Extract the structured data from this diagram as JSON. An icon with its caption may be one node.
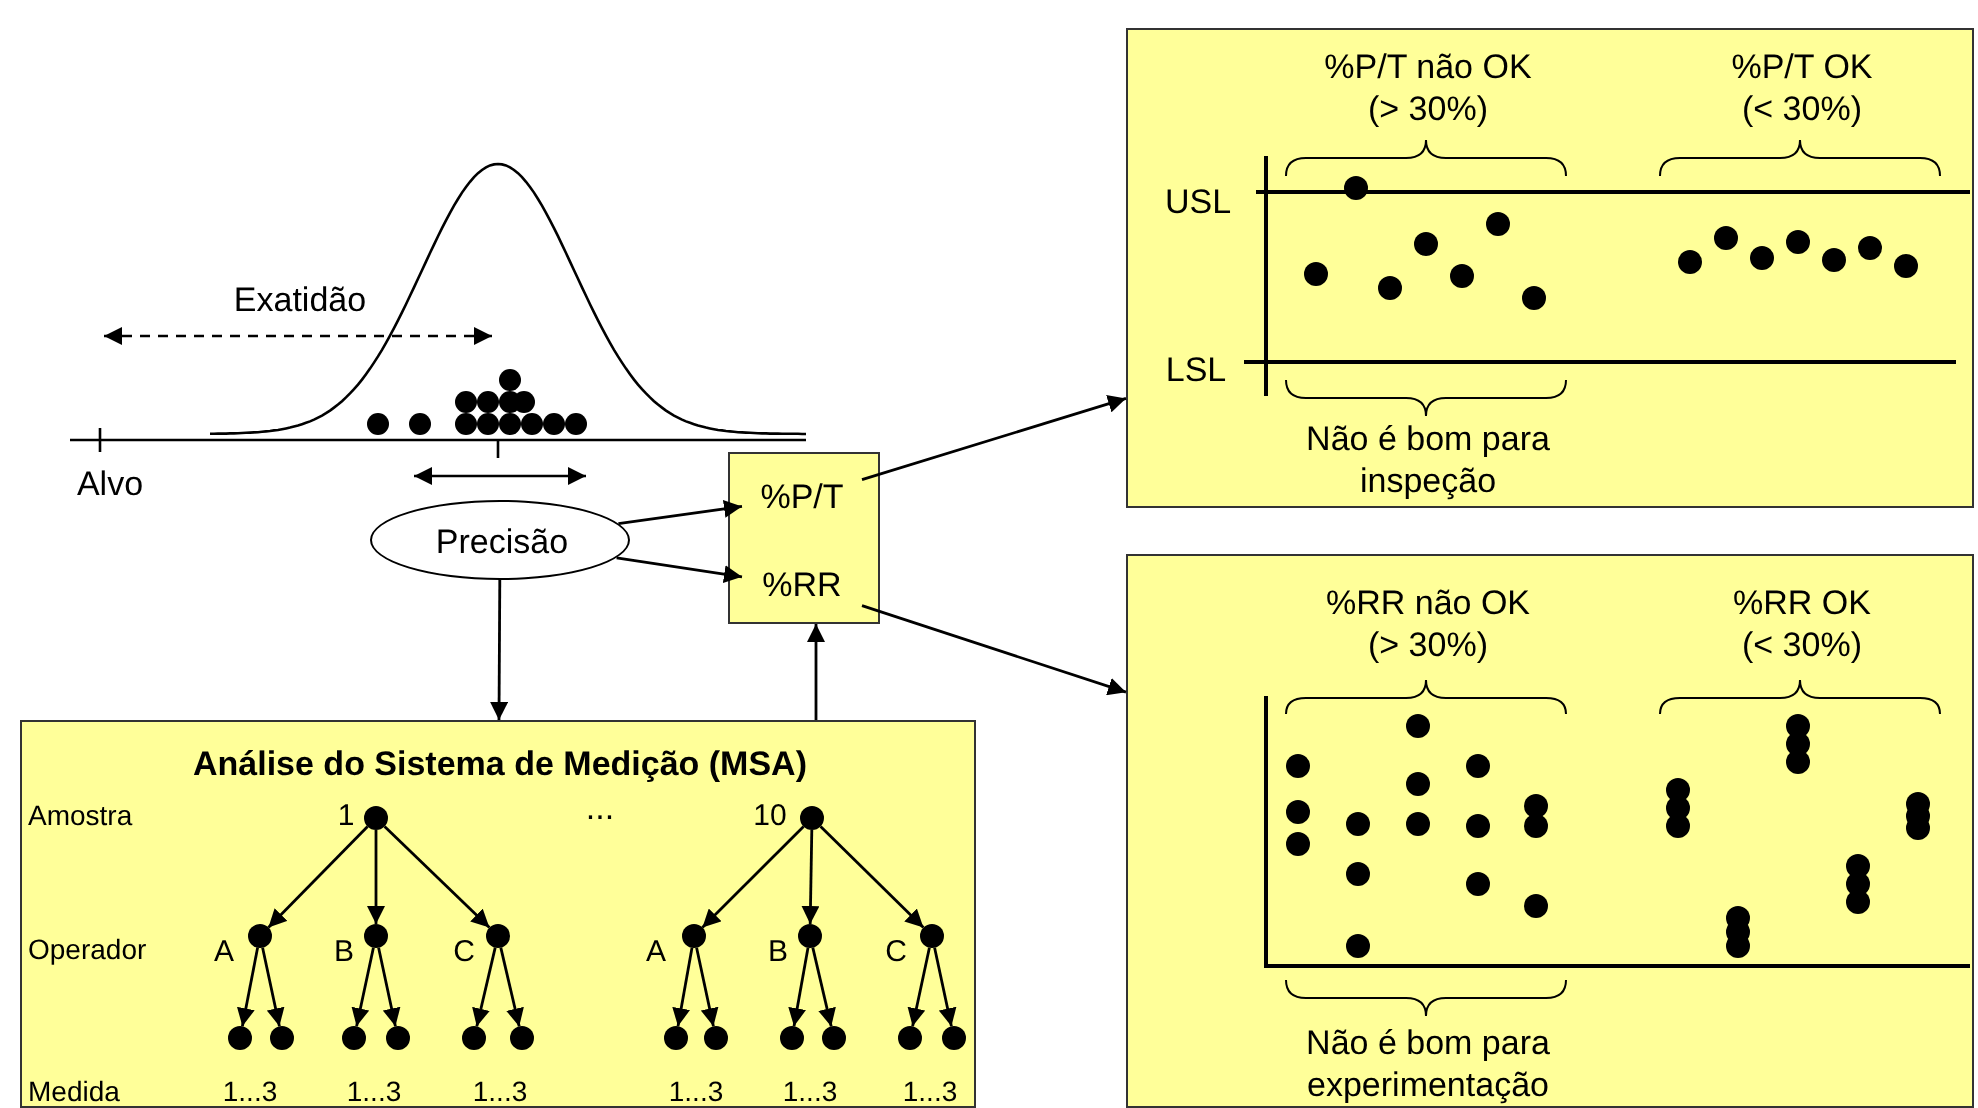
{
  "diagram": {
    "nodes": [
      {
        "text": [
          "Precisão"
        ]
      },
      {
        "text": [],
        "shape": "box"
      },
      {
        "text": [
          "%P/T"
        ],
        "in": 1
      },
      {
        "text": [
          "%RR"
        ],
        "in": 1
      },
      {
        "text": [
          "Análise do Sistema de Medição (MSA)"
        ]
      },
      {
        "text": [],
        "shape": "circle",
        "in": 4,
        "beside": [
          "1"
        ]
      },
      {
        "text": [],
        "shape": "circle",
        "in": 4,
        "beside": [
          "A"
        ]
      },
      {
        "text": [],
        "shape": "circle",
        "in": 4,
        "beside": [
          "B"
        ]
      },
      {
        "text": [],
        "shape": "circle",
        "in": 4,
        "beside": [
          "C"
        ]
      },
      {
        "text": [],
        "shape": "circle",
        "in": 4
      },
      {
        "text": [],
        "shape": "circle",
        "in": 4
      },
      {
        "text": [],
        "shape": "circle",
        "in": 4
      },
      {
        "text": [],
        "shape": "circle",
        "in": 4
      },
      {
        "text": [],
        "shape": "circle",
        "in": 4
      },
      {
        "text": [],
        "shape": "circle",
        "in": 4
      },
      {
        "text": [],
        "shape": "circle",
        "in": 4,
        "beside": [
          "10"
        ]
      },
      {
        "text": [],
        "shape": "circle",
        "in": 4,
        "beside": [
          "A"
        ]
      },
      {
        "text": [],
        "shape": "circle",
        "in": 4,
        "beside": [
          "B"
        ]
      },
      {
        "text": [],
        "shape": "circle",
        "in": 4,
        "beside": [
          "C"
        ]
      },
      {
        "text": [],
        "shape": "circle",
        "in": 4
      },
      {
        "text": [],
        "shape": "circle",
        "in": 4
      },
      {
        "text": [],
        "shape": "circle",
        "in": 4
      },
      {
        "text": [],
        "shape": "circle",
        "in": 4
      },
      {
        "text": [],
        "shape": "circle",
        "in": 4
      },
      {
        "text": [],
        "shape": "circle",
        "in": 4
      },
      {
        "text": [
          "%P/T não OK (> 30%)",
          "%P/T OK (< 30%)",
          "USL",
          "LSL",
          "Não é bom para inspeção"
        ]
      },
      {
        "text": [
          "%RR não OK (> 30%)",
          "%RR OK (< 30%)",
          "Não é bom para experimentação"
        ]
      }
    ],
    "edges": [
      {
        "from": 0,
        "to": 2,
        "arrow": "to"
      },
      {
        "from": 0,
        "to": 3,
        "arrow": "to"
      },
      {
        "from": 0,
        "to": 4,
        "arrow": "to"
      },
      {
        "from": 4,
        "to": 1,
        "arrow": "to"
      },
      {
        "from": 2,
        "to": 25,
        "arrow": "to"
      },
      {
        "from": 3,
        "to": 26,
        "arrow": "to"
      },
      {
        "from": 5,
        "to": 6,
        "arrow": "to"
      },
      {
        "from": 5,
        "to": 7,
        "arrow": "to"
      },
      {
        "from": 5,
        "to": 8,
        "arrow": "to"
      },
      {
        "from": 6,
        "to": 9,
        "arrow": "to"
      },
      {
        "from": 6,
        "to": 10,
        "arrow": "to"
      },
      {
        "from": 7,
        "to": 11,
        "arrow": "to"
      },
      {
        "from": 7,
        "to": 12,
        "arrow": "to"
      },
      {
        "from": 8,
        "to": 13,
        "arrow": "to"
      },
      {
        "from": 8,
        "to": 14,
        "arrow": "to"
      },
      {
        "from": 15,
        "to": 16,
        "arrow": "to"
      },
      {
        "from": 15,
        "to": 17,
        "arrow": "to"
      },
      {
        "from": 15,
        "to": 18,
        "arrow": "to"
      },
      {
        "from": 16,
        "to": 19,
        "arrow": "to"
      },
      {
        "from": 16,
        "to": 20,
        "arrow": "to"
      },
      {
        "from": 17,
        "to": 21,
        "arrow": "to"
      },
      {
        "from": 17,
        "to": 22,
        "arrow": "to"
      },
      {
        "from": 18,
        "to": 23,
        "arrow": "to"
      },
      {
        "from": 18,
        "to": 24,
        "arrow": "to"
      }
    ],
    "labels": [
      "Exatidão",
      "Alvo",
      "Amostra",
      "...",
      "Operador",
      "Medida",
      "1...3",
      "1...3",
      "1...3",
      "1...3",
      "1...3",
      "1...3"
    ]
  }
}
